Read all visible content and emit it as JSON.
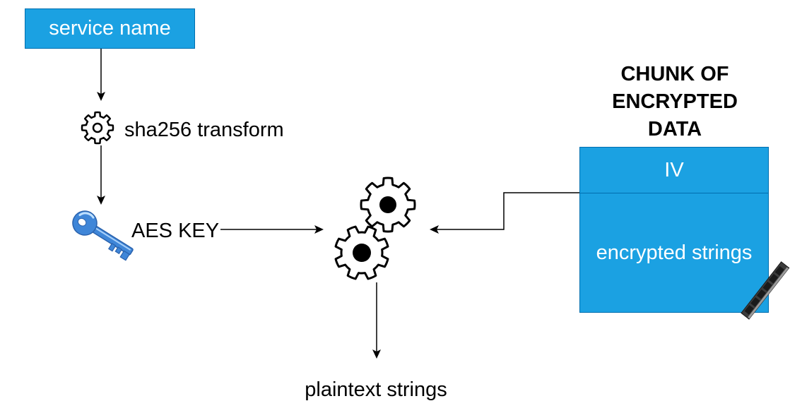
{
  "diagram": {
    "service_name": {
      "label": "service name"
    },
    "transform": {
      "label": "sha256 transform",
      "icon": "gear-icon"
    },
    "aes_key": {
      "label": "AES KEY",
      "icon": "key-icon"
    },
    "decryptor": {
      "icon": "gears-icon"
    },
    "output": {
      "label": "plaintext strings"
    },
    "chunk": {
      "title_lines": [
        "CHUNK OF",
        "ENCRYPTED",
        "DATA"
      ],
      "iv": {
        "label": "IV"
      },
      "payload": {
        "label": "encrypted strings"
      },
      "icon": "ram-icon"
    }
  },
  "colors": {
    "box_fill": "#1BA1E2",
    "box_border": "#006EAF",
    "box_text": "#FFFFFF",
    "text": "#000000",
    "connector": "#000000",
    "key": "#3F86D8",
    "ram": "#3C3C3C"
  }
}
